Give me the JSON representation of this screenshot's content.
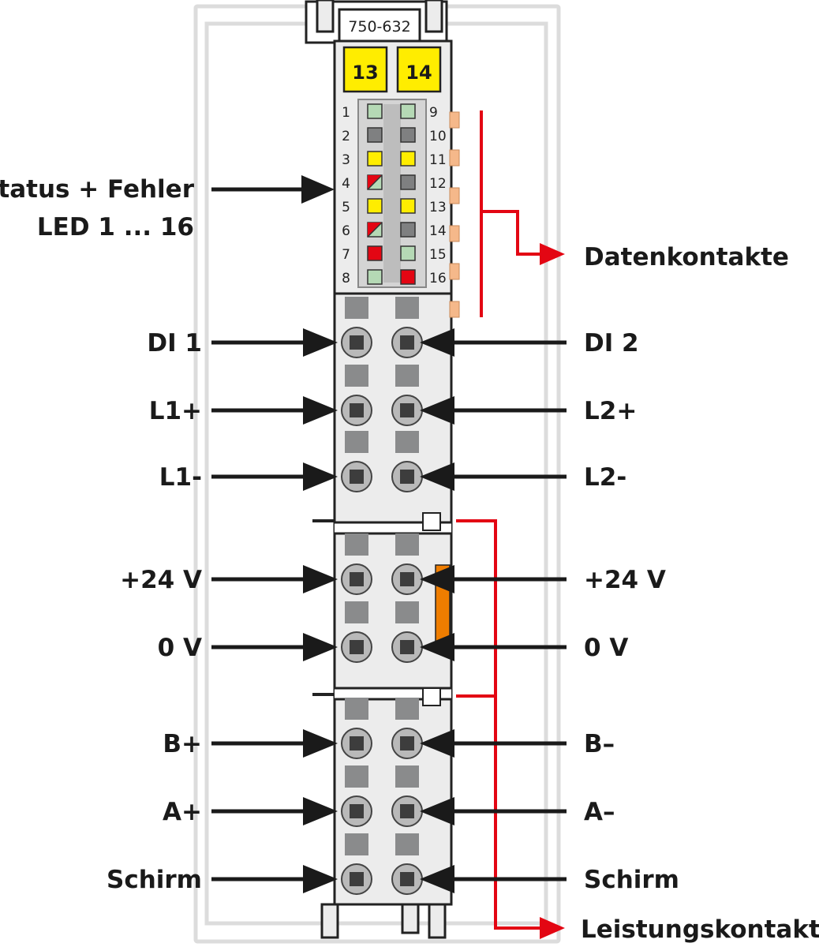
{
  "module": {
    "part_number": "750-632",
    "tabs": [
      "13",
      "14"
    ]
  },
  "led_block": {
    "left_numbers": [
      "1",
      "2",
      "3",
      "4",
      "5",
      "6",
      "7",
      "8"
    ],
    "right_numbers": [
      "9",
      "10",
      "11",
      "12",
      "13",
      "14",
      "15",
      "16"
    ],
    "left_colors": [
      "green",
      "gray",
      "yellow",
      "red-green",
      "yellow",
      "red-green",
      "red",
      "green"
    ],
    "right_colors": [
      "green",
      "gray",
      "yellow",
      "gray",
      "yellow",
      "gray",
      "green",
      "red"
    ]
  },
  "labels": {
    "status_line1": "Status + Fehler",
    "status_line2": "LED 1 ... 16",
    "data_contacts": "Datenkontakte",
    "power_contacts": "Leistungskontakte",
    "left_terminals": [
      "DI 1",
      "L1+",
      "L1-",
      "+24 V",
      "0 V",
      "B+",
      "A+",
      "Schirm"
    ],
    "right_terminals": [
      "DI 2",
      "L2+",
      "L2-",
      "+24 V",
      "0 V",
      "B–",
      "A–",
      "Schirm"
    ]
  },
  "colors": {
    "led_green": "#b5d9b5",
    "led_gray": "#7f8081",
    "led_yellow": "#ffed00",
    "led_red": "#e30613",
    "tab_yellow": "#ffed00",
    "housing": "#ececec",
    "accent_red": "#e30613",
    "contact_orange": "#f5b88a",
    "jumper_orange": "#ef7d00"
  }
}
